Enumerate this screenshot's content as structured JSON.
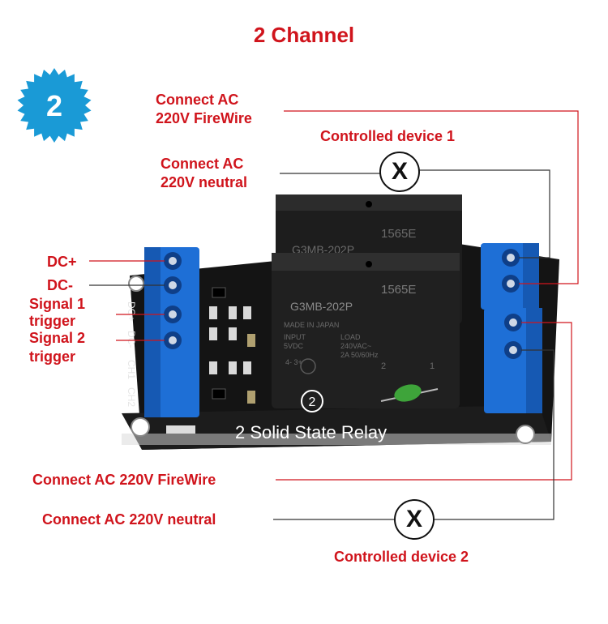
{
  "title": "2 Channel",
  "badge": {
    "number": "2"
  },
  "labels": {
    "top_firewire": [
      "Connect AC",
      "220V FireWire"
    ],
    "controlled_device_1": "Controlled device 1",
    "top_neutral": [
      "Connect AC",
      "220V neutral"
    ],
    "dc_plus": "DC+",
    "dc_minus": "DC-",
    "signal1": [
      "Signal 1",
      "trigger"
    ],
    "signal2": [
      "Signal 2",
      "trigger"
    ],
    "bottom_firewire": "Connect AC 220V FireWire",
    "bottom_neutral": "Connect AC 220V neutral",
    "controlled_device_2": "Controlled device 2",
    "x_symbol": "X"
  },
  "board": {
    "relay_code": "1565E",
    "relay_model": "G3MB-202P",
    "relay_made": "MADE IN JAPAN",
    "relay_input": "INPUT",
    "relay_input_v": "5VDC",
    "relay_load": "LOAD",
    "relay_load_v": "240VAC~",
    "relay_load_a": "2A 50/60Hz",
    "relay_pins": "4- 3+",
    "relay_pin2": "2",
    "relay_pin1": "1",
    "circle_mark": "2",
    "silk_label": "2 Solid State Relay",
    "left_pins": [
      "DC+",
      "DC-",
      "CH1",
      "CH2"
    ]
  },
  "colors": {
    "accent_red": "#d0141c",
    "badge_blue": "#1a9ad6",
    "terminal_blue": "#1e6fd6",
    "pcb_black": "#141414"
  }
}
